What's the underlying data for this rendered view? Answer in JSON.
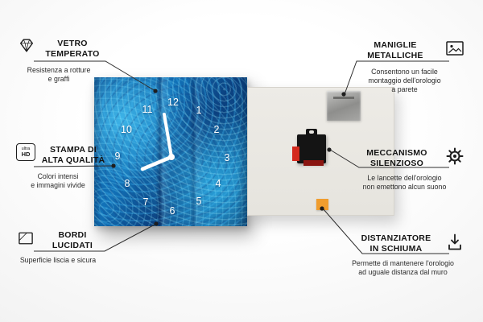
{
  "callouts": {
    "vetro_temperato": {
      "icon": "diamond-icon",
      "title": [
        "VETRO",
        "TEMPERATO"
      ],
      "description": [
        "Resistenza a rotture",
        "e graffi"
      ]
    },
    "stampa_alta_qualita": {
      "icon": "ultra-hd-badge-icon",
      "icon_text": [
        "ultra",
        "HD"
      ],
      "title": [
        "STAMPA DI",
        "ALTA QUALITÀ"
      ],
      "description": [
        "Colori intensi",
        "e immagini vivide"
      ]
    },
    "bordi_lucidati": {
      "icon": "polished-edge-icon",
      "title": [
        "BORDI",
        "LUCIDATI"
      ],
      "description": [
        "Superficie liscia e sicura"
      ]
    },
    "maniglie_metalliche": {
      "icon": "picture-frame-icon",
      "title": [
        "MANIGLIE",
        "METALLICHE"
      ],
      "description": [
        "Consentono un facile",
        "montaggio dell'orologio",
        "a parete"
      ]
    },
    "meccanismo_silenzioso": {
      "icon": "gear-icon",
      "title": [
        "MECCANISMO",
        "SILENZIOSO"
      ],
      "description": [
        "Le lancette dell'orologio",
        "non emettono alcun suono"
      ]
    },
    "distanziatore_schiuma": {
      "icon": "spacer-arrow-icon",
      "title": [
        "DISTANZIATORE",
        "IN SCHIUMA"
      ],
      "description": [
        "Permette di mantenere l'orologio",
        "ad uguale distanza dal muro"
      ]
    }
  },
  "clock": {
    "numbers": [
      "12",
      "1",
      "2",
      "3",
      "4",
      "5",
      "6",
      "7",
      "8",
      "9",
      "10",
      "11"
    ]
  },
  "colors": {
    "clock_blue": "#1272b8",
    "foam_orange": "#f09d2e",
    "mechanism_black": "#141414",
    "metal_gray": "#a7a7a5",
    "line_dark": "#2e2e2e"
  }
}
